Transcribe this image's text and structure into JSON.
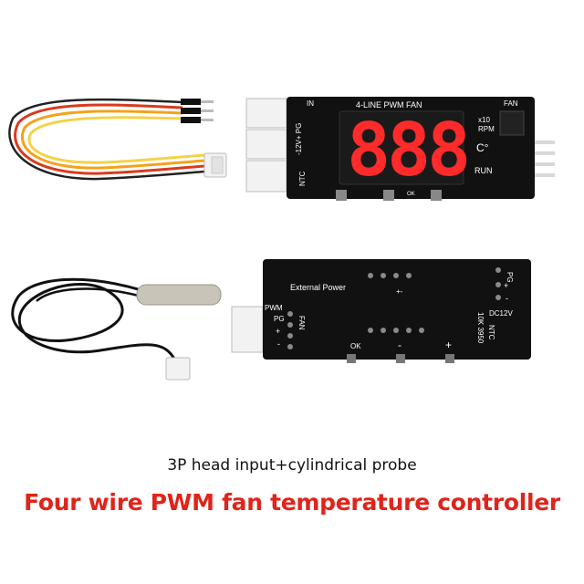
{
  "captions": {
    "subtitle": "3P head input+cylindrical probe",
    "title": "Four wire PWM fan temperature controller"
  },
  "front_board": {
    "header_label": "4-LINE PWM FAN",
    "display_digits": [
      "8",
      "8",
      "8"
    ],
    "label_in": "IN",
    "label_fan": "FAN",
    "label_12v_pg": "-12V+ PG",
    "label_ntc": "NTC",
    "label_x10": "x10",
    "label_rpm": "RPM",
    "label_celsius": "C°",
    "label_run": "RUN",
    "label_ok": "OK"
  },
  "back_board": {
    "label_external_power": "External Power",
    "label_pwm": "PWM",
    "label_pg": "PG",
    "label_fan": "FAN",
    "label_plus": "+",
    "label_minus": "-",
    "label_pg_right": "PG",
    "label_plus_right": "+",
    "label_minus_right": "-",
    "label_dc12v": "DC12V",
    "label_ntc": "NTC",
    "label_10k": "10K 3950",
    "label_ok": "OK",
    "label_btn_minus": "-",
    "label_btn_plus": "+",
    "label_pm": "+-"
  },
  "colors": {
    "pcb": "#111111",
    "display_red": "#ff2a2a",
    "title_red": "#e0241b",
    "connector": "#f2f2f2",
    "wire_red": "#d83a1e",
    "wire_orange": "#f2a31b",
    "wire_yellow": "#f4d24b",
    "wire_black": "#111111",
    "probe_metal": "#c9c4b8"
  }
}
